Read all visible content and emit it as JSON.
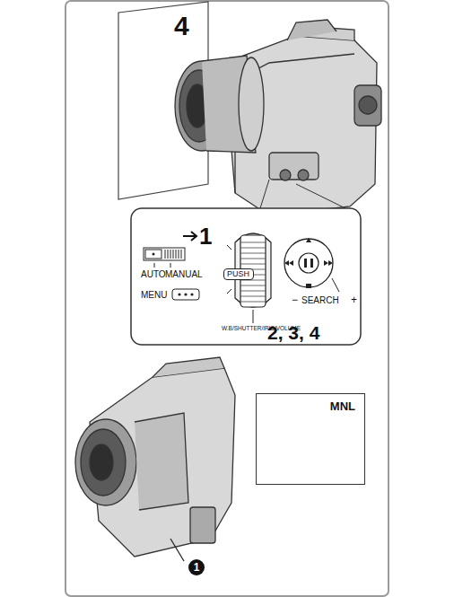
{
  "diagram": {
    "nodes": [
      {
        "text": [
          "PUSH"
        ]
      },
      {
        "text": [
          "MNL"
        ]
      }
    ],
    "labels": [
      "4",
      "1",
      "AUTO",
      "MANUAL",
      "MENU",
      "W.B/SHUTTER/IRIS/VOLUME",
      "−",
      "+",
      "SEARCH",
      "2, 3, 4",
      "1"
    ]
  }
}
